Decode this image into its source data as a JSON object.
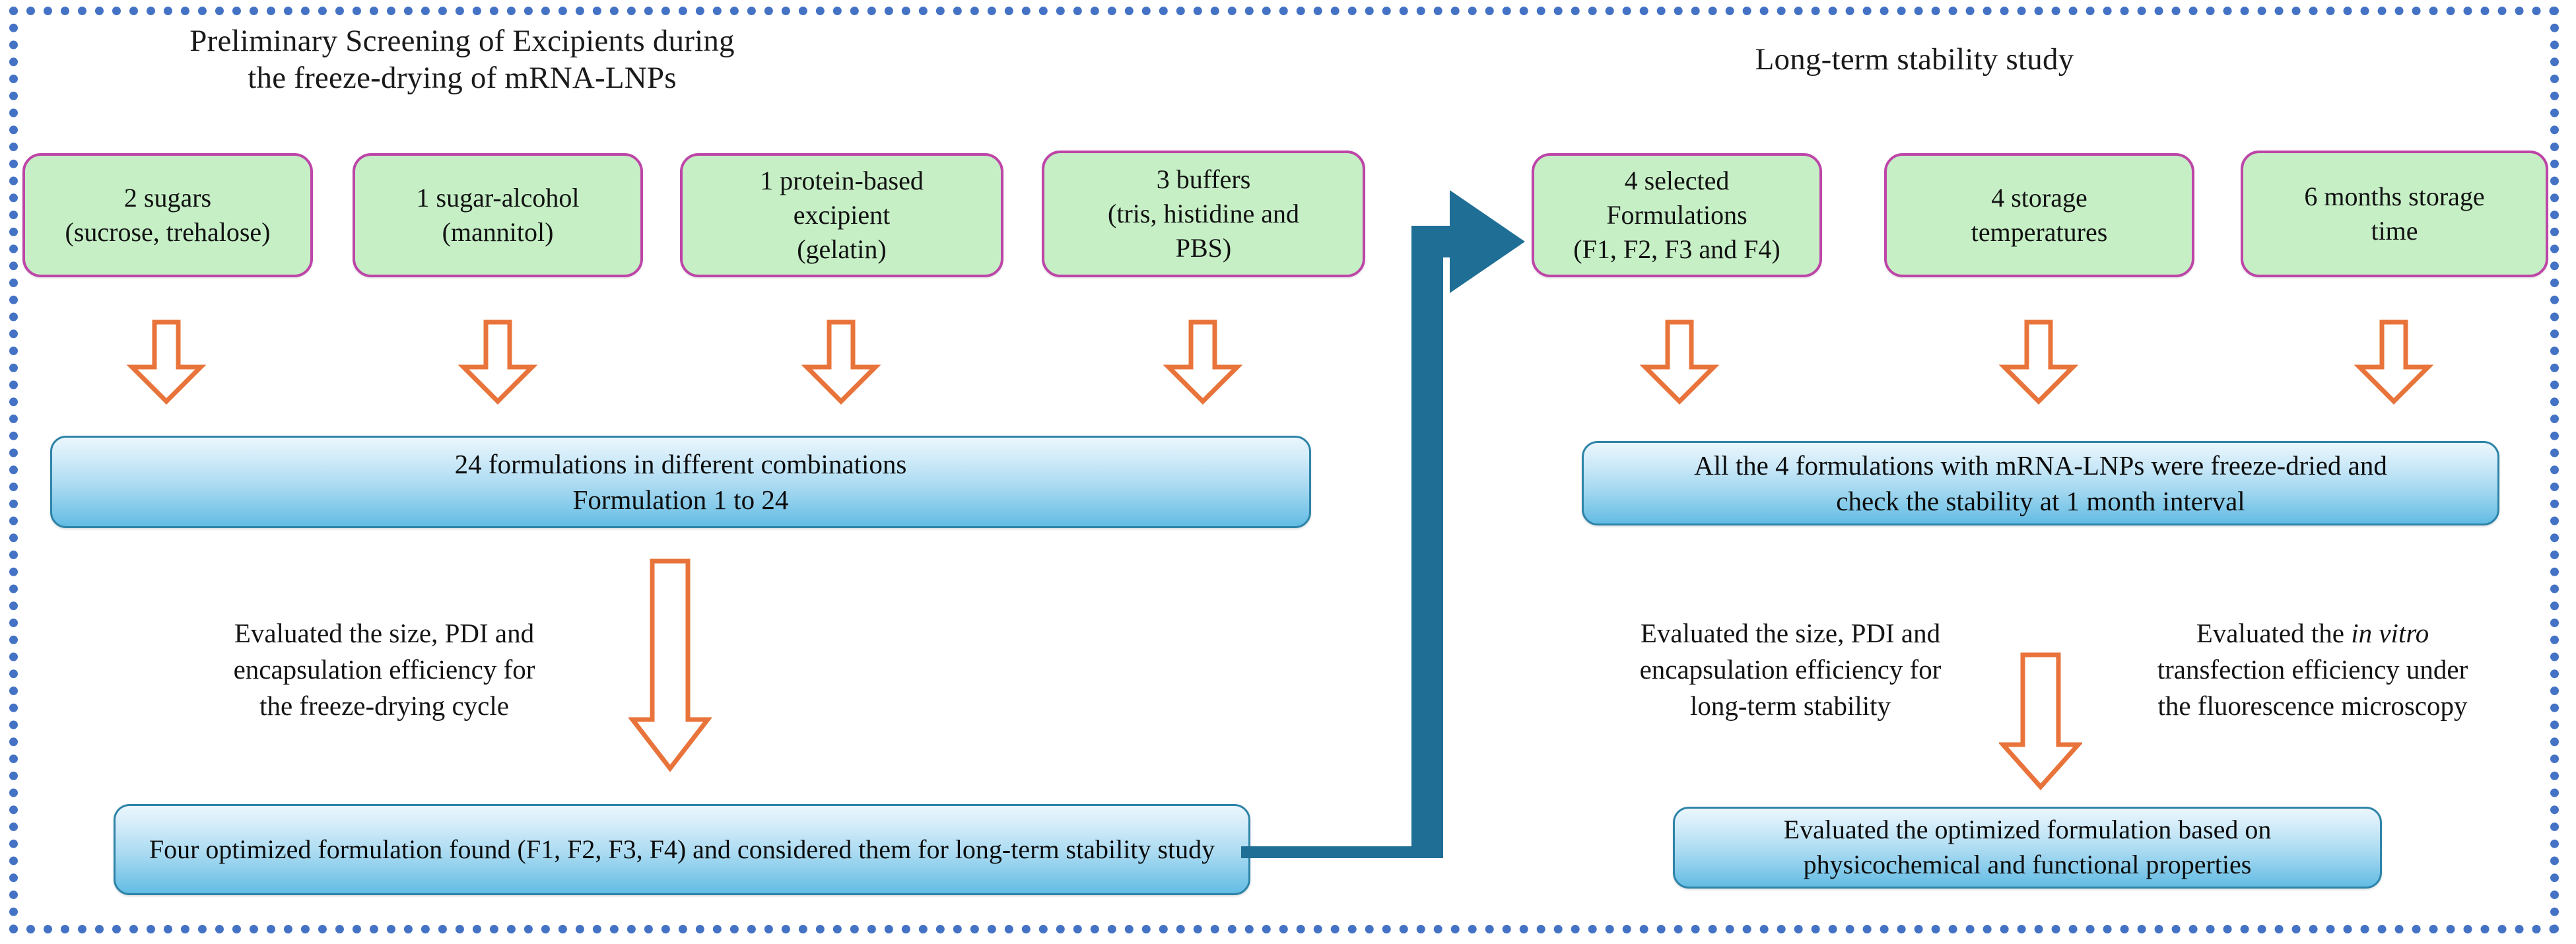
{
  "diagram": {
    "title": "Preliminary Screening of Excipients and Long-term stability study workflow",
    "frame_color": "#4472C4",
    "green_fill": "#C6EFC6",
    "green_border": "#BE45A8",
    "blue_gradient_top": "#EAF6FD",
    "blue_gradient_bottom": "#63BCE4",
    "blue_border": "#2E84A8",
    "orange_arrow_color": "#E8743B",
    "teal_connector_color": "#1F6E96"
  },
  "left_section": {
    "title": "Preliminary Screening of Excipients during\nthe freeze-drying of mRNA-LNPs",
    "inputs": [
      {
        "label": "2 sugars\n(sucrose, trehalose)"
      },
      {
        "label": "1 sugar-alcohol\n(mannitol)"
      },
      {
        "label": "1 protein-based\nexcipient\n(gelatin)"
      },
      {
        "label": "3 buffers\n(tris, histidine and\nPBS)"
      }
    ],
    "combination_box": "24 formulations in different combinations\nFormulation 1 to 24",
    "evaluation_note": "Evaluated the size, PDI and\nencapsulation efficiency for\nthe freeze-drying cycle",
    "outcome_box": "Four optimized formulation found (F1, F2, F3, F4)  and considered them for long-term stability study"
  },
  "right_section": {
    "title": "Long-term stability study",
    "inputs": [
      {
        "label": "4 selected\nFormulations\n(F1, F2, F3 and F4)"
      },
      {
        "label": "4 storage\ntemperatures"
      },
      {
        "label": "6 months storage\ntime"
      }
    ],
    "process_box": "All the 4 formulations with mRNA-LNPs  were freeze-dried and\ncheck the stability at 1 month interval",
    "evaluation_note_left": "Evaluated the size, PDI and\nencapsulation efficiency for\nlong-term stability",
    "evaluation_note_right_pre": "Evaluated the ",
    "evaluation_note_right_italic": "in vitro",
    "evaluation_note_right_post": "\ntransfection efficiency under\nthe fluorescence microscopy",
    "outcome_box": "Evaluated the optimized formulation based on\nphysicochemical and functional properties"
  },
  "arrows": {
    "down_arrow_icon": "down-arrow-icon",
    "connector_icon": "right-elbow-arrow-icon"
  }
}
